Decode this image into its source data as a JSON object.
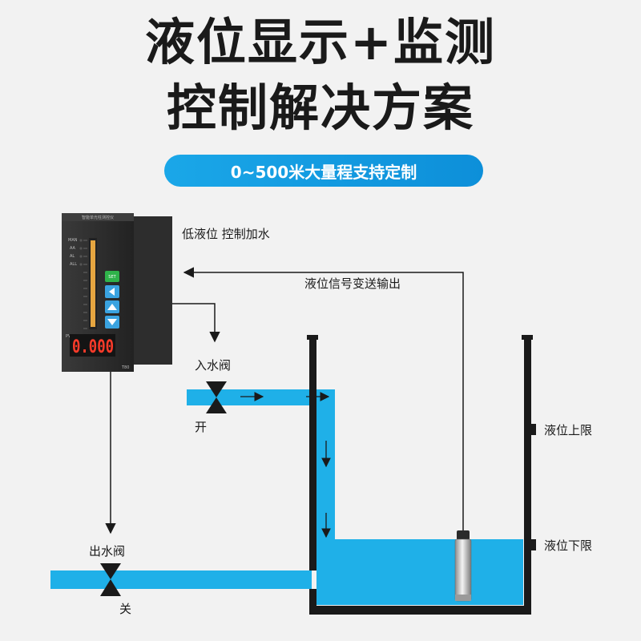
{
  "title_line1": "液位显示+监测",
  "title_line2": "控制解决方案",
  "subtitle": "0~500米大量程支持定制",
  "labels": {
    "low_level_control": "低液位 控制加水",
    "signal_output": "液位信号变送输出",
    "inlet_valve": "入水阀",
    "inlet_state": "开",
    "outlet_valve": "出水阀",
    "outlet_state": "关",
    "upper_limit": "液位上限",
    "lower_limit": "液位下限"
  },
  "controller": {
    "header_text": "智能单光柱测控仪",
    "indicators": [
      "MAN",
      "AA",
      "AL",
      "ALL"
    ],
    "pv_label": "PV",
    "display_value": "0.000",
    "model": "T80",
    "set_button": "SET"
  },
  "colors": {
    "water": "#1fb0e8",
    "pipe_wall": "#1a1a1a",
    "accent": "#0d8fd9",
    "display_led": "#ff3b2a"
  }
}
